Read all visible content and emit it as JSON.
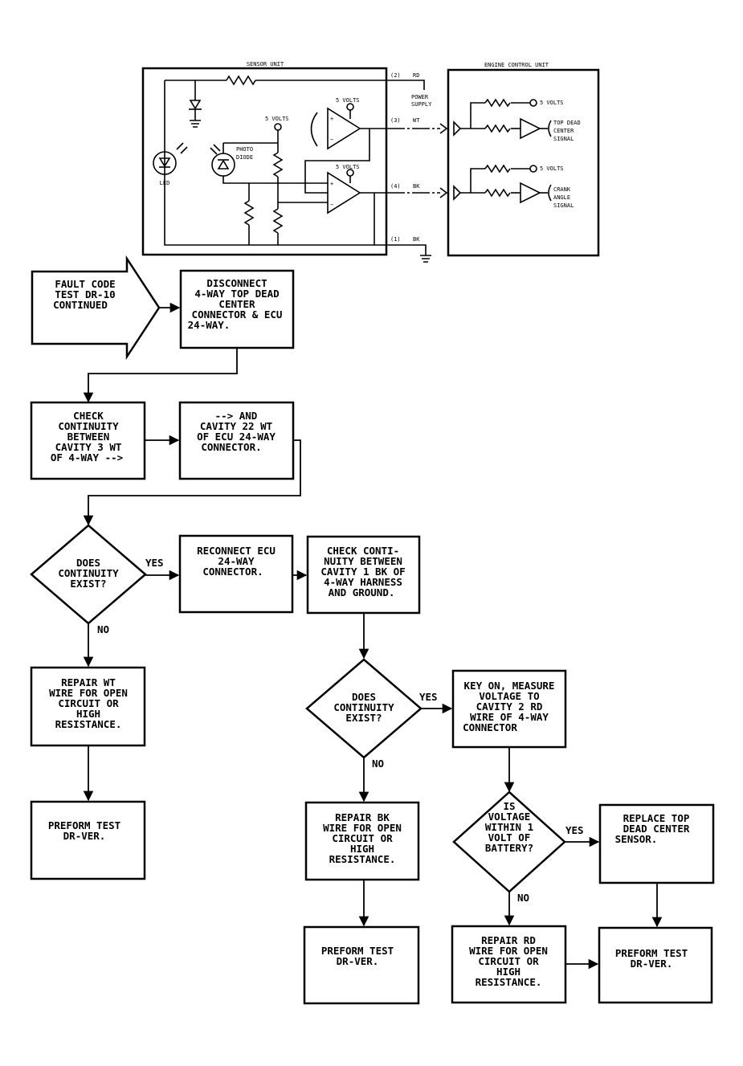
{
  "schematic": {
    "sensor_unit_title": "SENSOR UNIT",
    "engine_control_unit_title": "ENGINE CONTROL UNIT",
    "led_label": "LED",
    "photo_diode_label": [
      "PHOTO",
      "DIODE"
    ],
    "five_volts": "5 VOLTS",
    "pin_rd": "(2)",
    "wire_rd": "RD",
    "power_supply": [
      "POWER",
      "SUPPLY"
    ],
    "pin_wt": "(3)",
    "wire_wt": "WT",
    "pin_bk_signal": "(4)",
    "wire_bk_signal": "BK",
    "pin_bk_ground": "(1)",
    "wire_bk_ground": "BK",
    "top_dead_center_signal": [
      "TOP DEAD",
      "CENTER",
      "SIGNAL"
    ],
    "crank_angle_signal": [
      "CRANK",
      "ANGLE",
      "SIGNAL"
    ]
  },
  "flow": {
    "start": [
      "FAULT CODE",
      "TEST DR-10",
      "CONTINUED"
    ],
    "disconnect": [
      "DISCONNECT",
      "4-WAY TOP DEAD",
      "CENTER",
      "CONNECTOR & ECU",
      "24-WAY."
    ],
    "check_wt_a": [
      "CHECK",
      "CONTINUITY",
      "BETWEEN",
      "CAVITY 3 WT",
      "OF 4-WAY -->"
    ],
    "check_wt_b": [
      "--> AND",
      "CAVITY 22 WT",
      "OF ECU 24-WAY",
      "CONNECTOR."
    ],
    "decision1": [
      "DOES",
      "CONTINUITY",
      "EXIST?"
    ],
    "reconnect": [
      "RECONNECT ECU",
      "24-WAY",
      "CONNECTOR."
    ],
    "check_bk": [
      "CHECK CONTI-",
      "NUITY BETWEEN",
      "CAVITY 1 BK OF",
      "4-WAY HARNESS",
      "AND GROUND."
    ],
    "repair_wt": [
      "REPAIR WT",
      "WIRE FOR OPEN",
      "CIRCUIT OR",
      "HIGH",
      "RESISTANCE."
    ],
    "perform1": [
      "PREFORM TEST",
      "DR-VER."
    ],
    "decision2": [
      "DOES",
      "CONTINUITY",
      "EXIST?"
    ],
    "key_on": [
      "KEY ON, MEASURE",
      "VOLTAGE TO",
      "CAVITY 2 RD",
      "WIRE OF 4-WAY",
      "CONNECTOR"
    ],
    "repair_bk": [
      "REPAIR BK",
      "WIRE FOR OPEN",
      "CIRCUIT OR",
      "HIGH",
      "RESISTANCE."
    ],
    "perform2": [
      "PREFORM TEST",
      "DR-VER."
    ],
    "decision3": [
      "IS",
      "VOLTAGE",
      "WITHIN 1",
      "VOLT OF",
      "BATTERY?"
    ],
    "replace": [
      "REPLACE TOP",
      "DEAD CENTER",
      "SENSOR."
    ],
    "repair_rd": [
      "REPAIR RD",
      "WIRE FOR OPEN",
      "CIRCUIT OR",
      "HIGH",
      "RESISTANCE."
    ],
    "perform3": [
      "PREFORM TEST",
      "DR-VER."
    ],
    "yes": "YES",
    "no": "NO"
  }
}
